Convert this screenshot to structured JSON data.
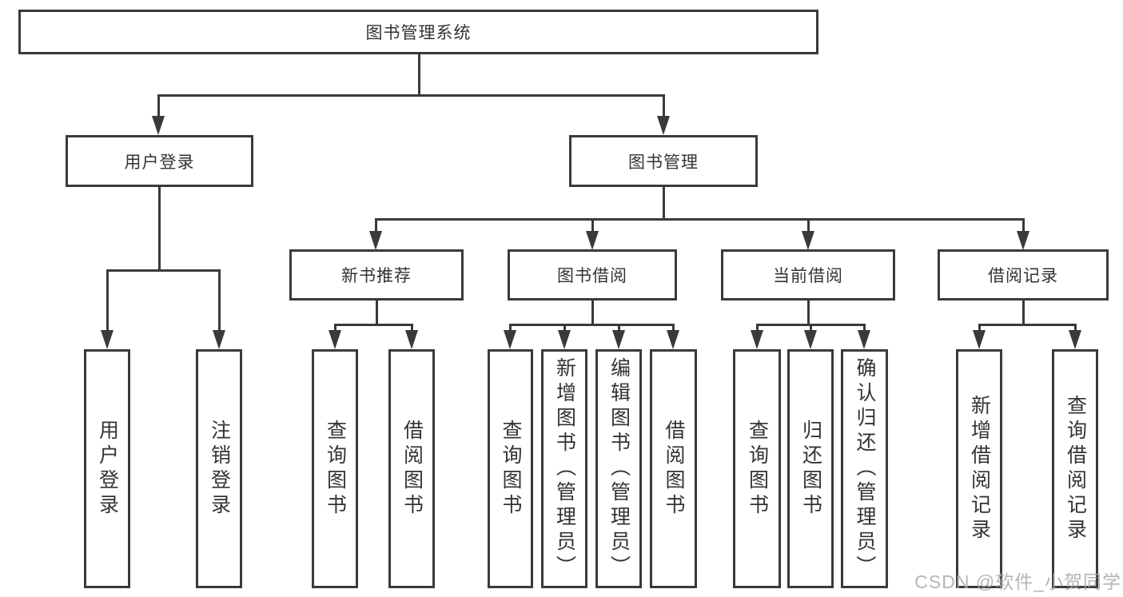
{
  "diagram": {
    "root": "图书管理系统",
    "children": [
      {
        "label": "用户登录",
        "children": [
          {
            "label": "用户登录"
          },
          {
            "label": "注销登录"
          }
        ]
      },
      {
        "label": "图书管理",
        "children": [
          {
            "label": "新书推荐",
            "children": [
              {
                "label": "查询图书"
              },
              {
                "label": "借阅图书"
              }
            ]
          },
          {
            "label": "图书借阅",
            "children": [
              {
                "label": "查询图书"
              },
              {
                "label": "新增图书（管理员）"
              },
              {
                "label": "编辑图书（管理员）"
              },
              {
                "label": "借阅图书"
              }
            ]
          },
          {
            "label": "当前借阅",
            "children": [
              {
                "label": "查询图书"
              },
              {
                "label": "归还图书"
              },
              {
                "label": "确认归还（管理员）"
              }
            ]
          },
          {
            "label": "借阅记录",
            "children": [
              {
                "label": "新增借阅记录"
              },
              {
                "label": "查询借阅记录"
              }
            ]
          }
        ]
      }
    ],
    "watermark": "CSDN @软件_小贺同学",
    "colors": {
      "line": "#3a3a3a",
      "text": "#333333",
      "watermark": "#a8a8a8",
      "background": "#ffffff"
    }
  }
}
